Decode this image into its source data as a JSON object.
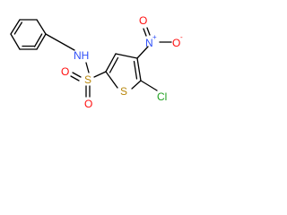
{
  "molecule": {
    "atoms": {
      "nh": {
        "label": "NH",
        "color": "#3050F8"
      },
      "s_sulfonyl": {
        "label": "S",
        "color": "#B8860B"
      },
      "o_top": {
        "label": "O",
        "color": "#FF0D0D"
      },
      "o_bottom": {
        "label": "O",
        "color": "#FF0D0D"
      },
      "s_ring": {
        "label": "S",
        "color": "#B8860B"
      },
      "n_nitro": {
        "label": "N",
        "color": "#3050F8",
        "charge": "+"
      },
      "o_nitro_double": {
        "label": "O",
        "color": "#FF0D0D"
      },
      "o_nitro_single": {
        "label": "O",
        "color": "#FF0D0D",
        "charge": "-"
      },
      "cl": {
        "label": "Cl",
        "color": "#1FA11F"
      }
    },
    "bond_color": "#000000"
  }
}
